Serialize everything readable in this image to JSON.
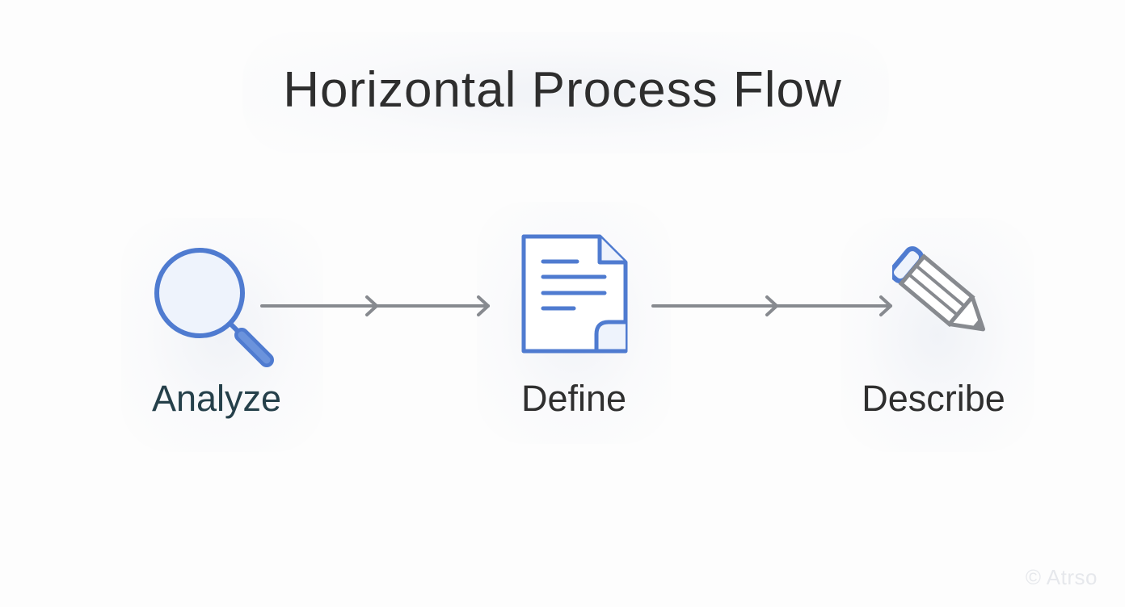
{
  "diagram": {
    "title": "Horizontal Process Flow",
    "steps": [
      {
        "label": "Analyze",
        "icon": "magnifying-glass-icon"
      },
      {
        "label": "Define",
        "icon": "document-icon"
      },
      {
        "label": "Describe",
        "icon": "pencil-icon"
      }
    ],
    "connectors": [
      {
        "from": "Analyze",
        "to": "Define"
      },
      {
        "from": "Define",
        "to": "Describe"
      }
    ]
  },
  "watermark": "© Atrso",
  "colors": {
    "icon_stroke": "#4f7bd0",
    "icon_fill": "#eef3fc",
    "arrow": "#878a8f",
    "title_text": "#2e2e2e"
  }
}
